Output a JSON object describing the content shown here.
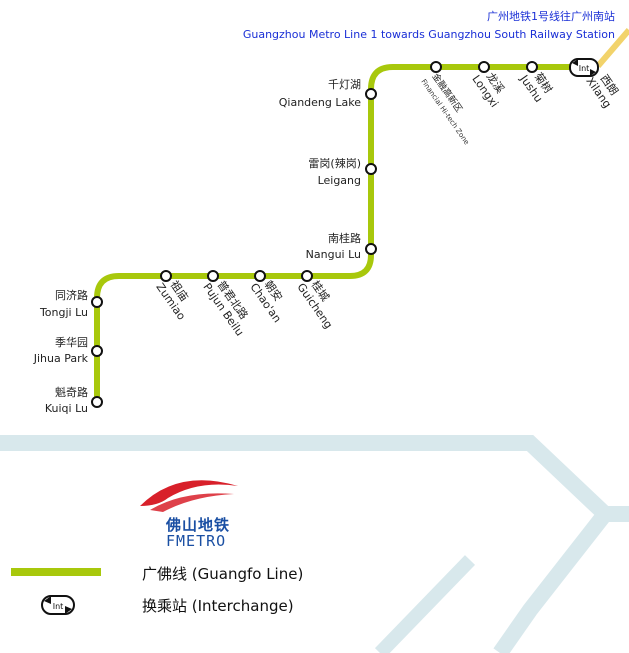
{
  "header": {
    "line_cn": "广州地铁1号线往广州南站",
    "line_en": "Guangzhou Metro Line 1 towards Guangzhou South Railway Station"
  },
  "colors": {
    "line": "#a8c80c",
    "header_text": "#1a2fd6",
    "background_lines": "#d8e8ec",
    "logo_red": "#d8202a",
    "logo_blue": "#1a4fa3"
  },
  "stations": {
    "kuiqi_lu": {
      "cn": "魁奇路",
      "en": "Kuiqi Lu"
    },
    "jihua_park": {
      "cn": "季华园",
      "en": "Jihua Park"
    },
    "tongji_lu": {
      "cn": "同济路",
      "en": "Tongji Lu"
    },
    "zumiao": {
      "cn": "祖庙",
      "en": "Zumiao"
    },
    "pujun_beilu": {
      "cn": "普君北路",
      "en": "Pujun Beilu"
    },
    "chaoan": {
      "cn": "朝安",
      "en": "Chao'an"
    },
    "guicheng": {
      "cn": "桂城",
      "en": "Guicheng"
    },
    "nangui_lu": {
      "cn": "南桂路",
      "en": "Nangui Lu"
    },
    "leigang": {
      "cn": "雷岗(辣岗)",
      "en": "Leigang"
    },
    "qiandeng_lake": {
      "cn": "千灯湖",
      "en": "Qiandeng Lake"
    },
    "financial_zone": {
      "cn": "金融高新区",
      "en": "Financial Hi-tech Zone"
    },
    "longxi": {
      "cn": "龙溪",
      "en": "Longxi"
    },
    "jushu": {
      "cn": "菊树",
      "en": "Jushu"
    },
    "xilang": {
      "cn": "西朗",
      "en": "Xilang"
    }
  },
  "interchange_icon_text": "Int",
  "logo": {
    "cn": "佛山地铁",
    "en": "FMETRO"
  },
  "legend": {
    "line_label": "广佛线 (Guangfo Line)",
    "interchange_label": "换乘站 (Interchange)"
  }
}
